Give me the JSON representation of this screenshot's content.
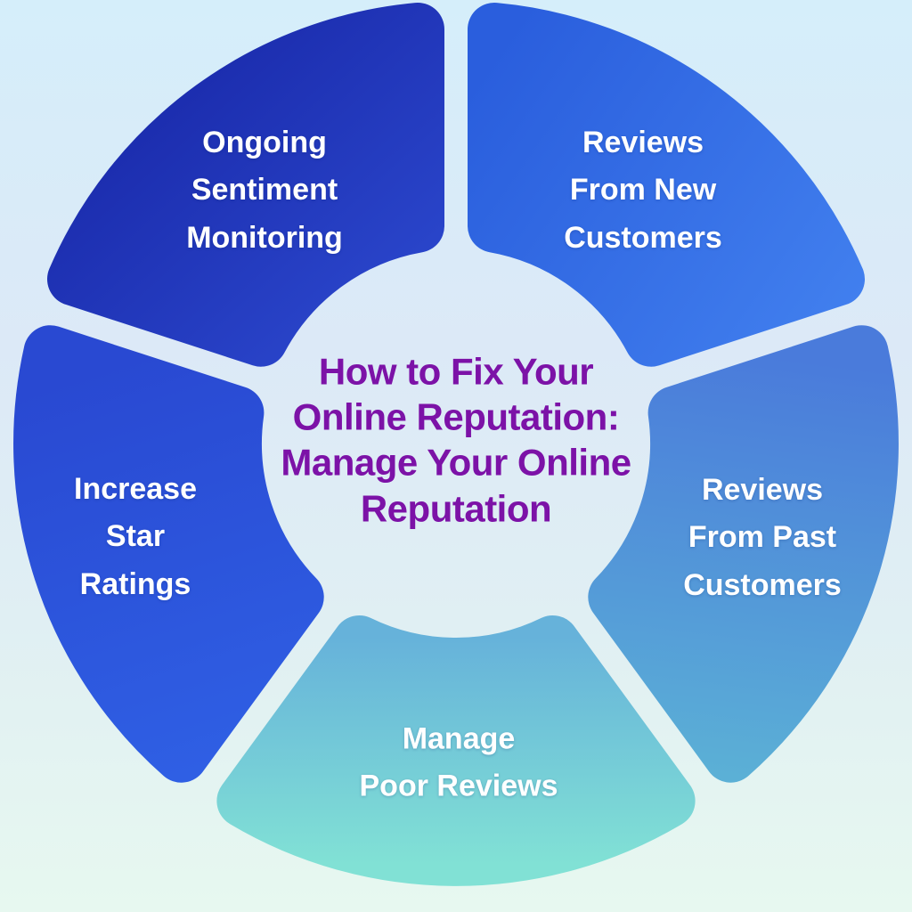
{
  "title": {
    "text": "How to Fix Your\nOnline Reputation:\nManage Your Online\nReputation",
    "color": "#7c12a7"
  },
  "segments": [
    {
      "name": "ongoing-sentiment-monitoring",
      "label": "Ongoing\nSentiment\nMonitoring",
      "position": "top-left",
      "gradient": [
        "#1a2aab",
        "#2c49cf"
      ]
    },
    {
      "name": "reviews-from-new-customers",
      "label": "Reviews\nFrom New\nCustomers",
      "position": "top-right",
      "gradient": [
        "#2a5edd",
        "#417fee"
      ]
    },
    {
      "name": "reviews-from-past-customers",
      "label": "Reviews\nFrom Past\nCustomers",
      "position": "right",
      "gradient": [
        "#4a7bdb",
        "#5bb0d6"
      ]
    },
    {
      "name": "manage-poor-reviews",
      "label": "Manage\nPoor Reviews",
      "position": "bottom",
      "gradient": [
        "#66b2da",
        "#81e1d5"
      ]
    },
    {
      "name": "increase-star-ratings",
      "label": "Increase\nStar\nRatings",
      "position": "left",
      "gradient": [
        "#2949d2",
        "#2f5fe4"
      ]
    }
  ],
  "label_color": "#ffffff",
  "background": {
    "top": "#d5eefa",
    "middle": "#dce9f7",
    "bottom": "#e7f8f0"
  }
}
